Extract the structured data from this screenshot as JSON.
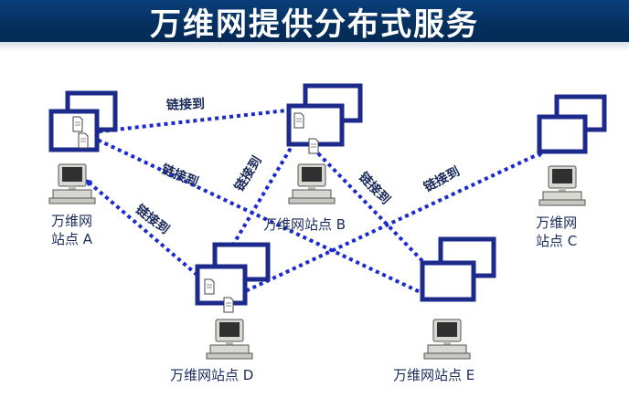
{
  "title": "万维网提供分布式服务",
  "colors": {
    "title_bg": "#06305f",
    "window_border": "#1c2a8c",
    "link_dots": "#1a2ad0",
    "label_text": "#1a2a5a",
    "computer_body": "#d8d8d2"
  },
  "sites": {
    "a": {
      "line1": "万维网",
      "line2": "站点 A"
    },
    "b": {
      "label": "万维网站点 B"
    },
    "c": {
      "line1": "万维网",
      "line2": "站点 C"
    },
    "d": {
      "label": "万维网站点 D"
    },
    "e": {
      "label": "万维网站点 E"
    }
  },
  "links": {
    "ab": "链接到",
    "ae": "链接到",
    "da": "链接到",
    "bd": "链接到",
    "be": "链接到",
    "dc": "链接到"
  },
  "icons": {
    "window": "window-stack-icon",
    "computer": "computer-icon",
    "page": "document-page-icon"
  }
}
